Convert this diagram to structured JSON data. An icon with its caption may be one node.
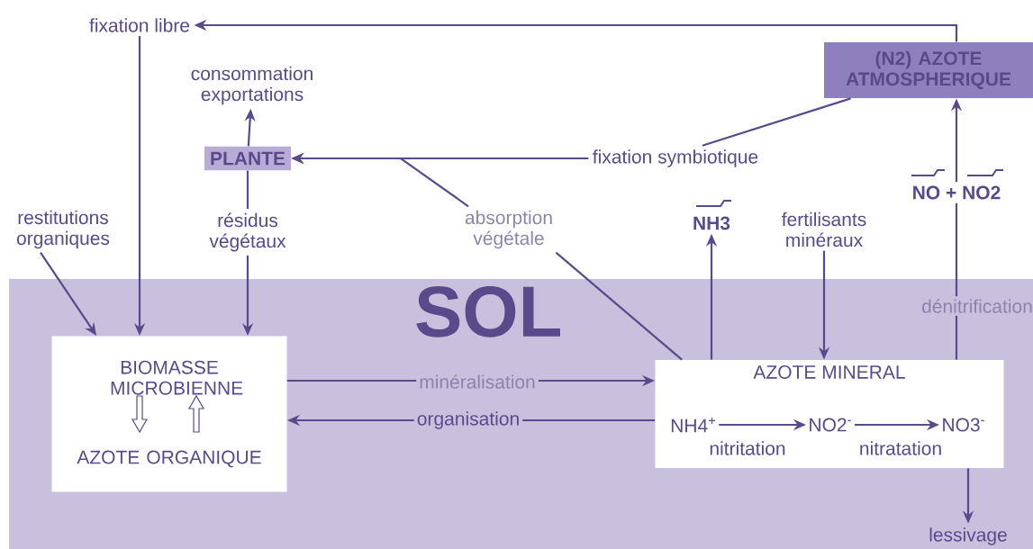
{
  "diagram": {
    "nodes": [
      {
        "text": [
          "fixation libre"
        ]
      },
      {
        "text": [
          "(N2) AZOTE ATMOSPHERIQUE"
        ]
      },
      {
        "text": [
          "consommation exportations"
        ]
      },
      {
        "text": [
          "PLANTE"
        ]
      },
      {
        "text": [
          "fixation symbiotique"
        ]
      },
      {
        "text": [
          "restitutions organiques"
        ]
      },
      {
        "text": [
          "résidus végétaux"
        ]
      },
      {
        "text": [
          "absorption végétale"
        ]
      },
      {
        "text": [
          "NH3"
        ]
      },
      {
        "text": [
          "fertilisants minéraux"
        ]
      },
      {
        "text": [
          "NO + NO2"
        ]
      },
      {
        "text": [
          "SOL"
        ]
      },
      {
        "text": [
          "BIOMASSE MICROBIENNE",
          "AZOTE ORGANIQUE"
        ],
        "in": 11
      },
      {
        "text": [
          "AZOTE MINERAL"
        ],
        "in": 11
      },
      {
        "text": [
          "NH4$^{+}$"
        ],
        "in": 13
      },
      {
        "text": [
          "NO2$^{-}$"
        ],
        "in": 13
      },
      {
        "text": [
          "NO3$^{-}$"
        ],
        "in": 13
      },
      {
        "text": [
          "lessivage"
        ],
        "in": 11
      }
    ],
    "edges": [
      {
        "from": 1,
        "to": 0,
        "arrow": "to"
      },
      {
        "from": 0,
        "to": 12,
        "arrow": "to"
      },
      {
        "from": 3,
        "to": 2,
        "arrow": "to"
      },
      {
        "from": 4,
        "to": 3,
        "arrow": "to"
      },
      {
        "from": 1,
        "to": 4,
        "arrow": "none"
      },
      {
        "from": 7,
        "to": 3,
        "arrow": "to"
      },
      {
        "from": 13,
        "to": 7,
        "arrow": "none"
      },
      {
        "from": 3,
        "to": 6,
        "arrow": "none"
      },
      {
        "from": 6,
        "to": 12,
        "arrow": "to"
      },
      {
        "from": 5,
        "to": 12,
        "arrow": "to"
      },
      {
        "from": 13,
        "to": 8,
        "arrow": "to"
      },
      {
        "from": 9,
        "to": 13,
        "arrow": "to"
      },
      {
        "from": 13,
        "to": 10,
        "arrow": "none",
        "label": "dénitrification"
      },
      {
        "from": 10,
        "to": 1,
        "arrow": "to"
      },
      {
        "from": 12,
        "to": 13,
        "arrow": "to",
        "label": "minéralisation"
      },
      {
        "from": 13,
        "to": 12,
        "arrow": "to",
        "label": "organisation"
      },
      {
        "from": 14,
        "to": 15,
        "arrow": "to",
        "label": "nitritation"
      },
      {
        "from": 15,
        "to": 16,
        "arrow": "to",
        "label": "nitratation"
      },
      {
        "from": 13,
        "to": 17,
        "arrow": "to"
      }
    ]
  }
}
